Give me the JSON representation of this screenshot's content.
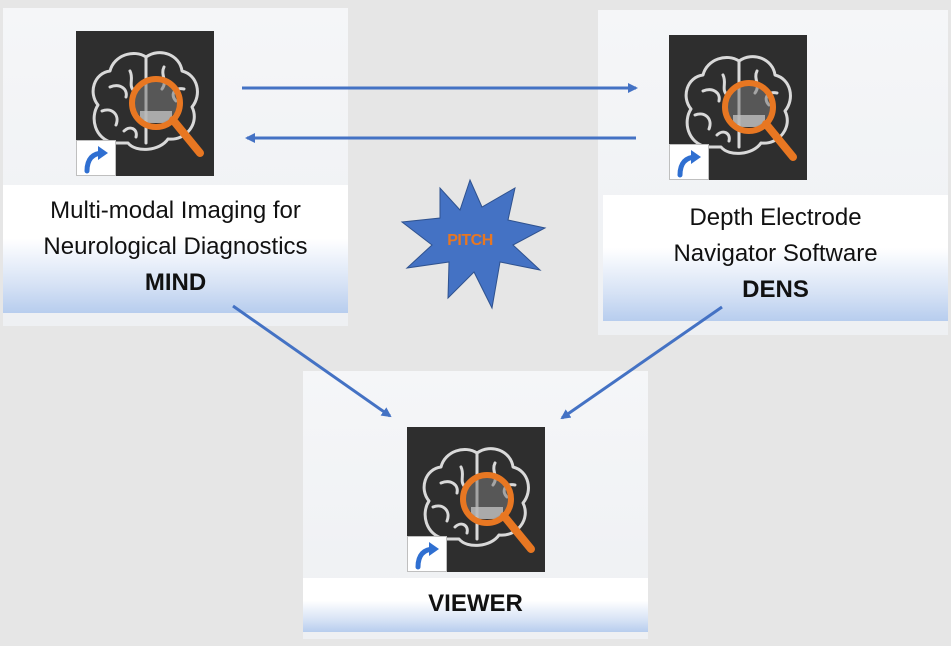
{
  "nodes": {
    "mind": {
      "lines": [
        "Multi-modal Imaging for",
        "Neurological Diagnostics"
      ],
      "acronym": "MIND",
      "icon": "brain-magnifier-icon"
    },
    "dens": {
      "lines": [
        "Depth Electrode",
        "Navigator Software"
      ],
      "acronym": "DENS",
      "icon": "brain-magnifier-icon"
    },
    "viewer": {
      "acronym": "VIEWER",
      "icon": "brain-magnifier-icon"
    }
  },
  "pitch": {
    "label": "PITCH",
    "shape": "starburst"
  },
  "edges": [
    {
      "from": "MIND",
      "to": "DENS"
    },
    {
      "from": "DENS",
      "to": "MIND"
    },
    {
      "from": "MIND",
      "to": "VIEWER"
    },
    {
      "from": "DENS",
      "to": "VIEWER"
    }
  ],
  "colors": {
    "arrow": "#4472c4",
    "starburst": "#4472c4",
    "pitch_text": "#e87722",
    "icon_background": "#2e2e2e",
    "magnifier": "#e87722",
    "shortcut_arrow": "#2f6fd1",
    "label_gradient_bottom": "#b7cdee"
  }
}
